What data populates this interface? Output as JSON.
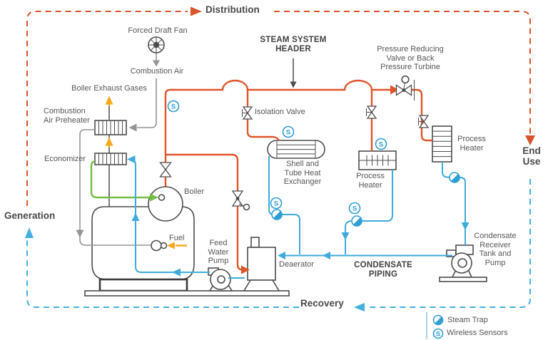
{
  "flow_stages": {
    "distribution": "Distribution",
    "generation": "Generation",
    "recovery": "Recovery",
    "end_use": "End\nUse"
  },
  "generation_section": {
    "forced_draft_fan": "Forced Draft Fan",
    "combustion_air": "Combustion Air",
    "boiler_exhaust_gases": "Boiler Exhaust Gases",
    "combustion_air_preheater": "Combustion\nAir Preheater",
    "economizer": "Economizer",
    "boiler": "Boiler",
    "fuel": "Fuel",
    "feed_water_pump": "Feed\nWater\nPump"
  },
  "distribution_section": {
    "steam_system_header": "STEAM SYSTEM\nHEADER",
    "isolation_valve": "Isolation Valve",
    "pressure_reducing_valve": "Pressure Reducing\nValve or Back\nPressure Turbine",
    "shell_and_tube": "Shell and\nTube Heat\nExchanger",
    "process_heater_1": "Process\nHeater",
    "process_heater_2": "Process\nHeater"
  },
  "recovery_section": {
    "deaerator": "Deaerator",
    "condensate_piping": "CONDENSATE\nPIPING",
    "condensate_receiver": "Condensate\nReceiver\nTank and\nPump"
  },
  "legend": {
    "steam_trap": "Steam Trap",
    "wireless_sensors": "Wireless Sensors",
    "sensor_symbol": "S"
  },
  "icons": {
    "steam_trap": "half-filled-circle",
    "wireless_sensor": "circled-S",
    "valve": "bowtie",
    "fan": "spoked-circle"
  },
  "colors": {
    "steam_line": "#e0552a",
    "condensate_line": "#3fabdc",
    "feedwater_line": "#72bf44",
    "fuel_exhaust": "#f6a81c",
    "air_line": "#939598",
    "equipment": "#4d4d4f",
    "distribution_dash": "#d9532b",
    "recovery_dash": "#45b0dd"
  }
}
